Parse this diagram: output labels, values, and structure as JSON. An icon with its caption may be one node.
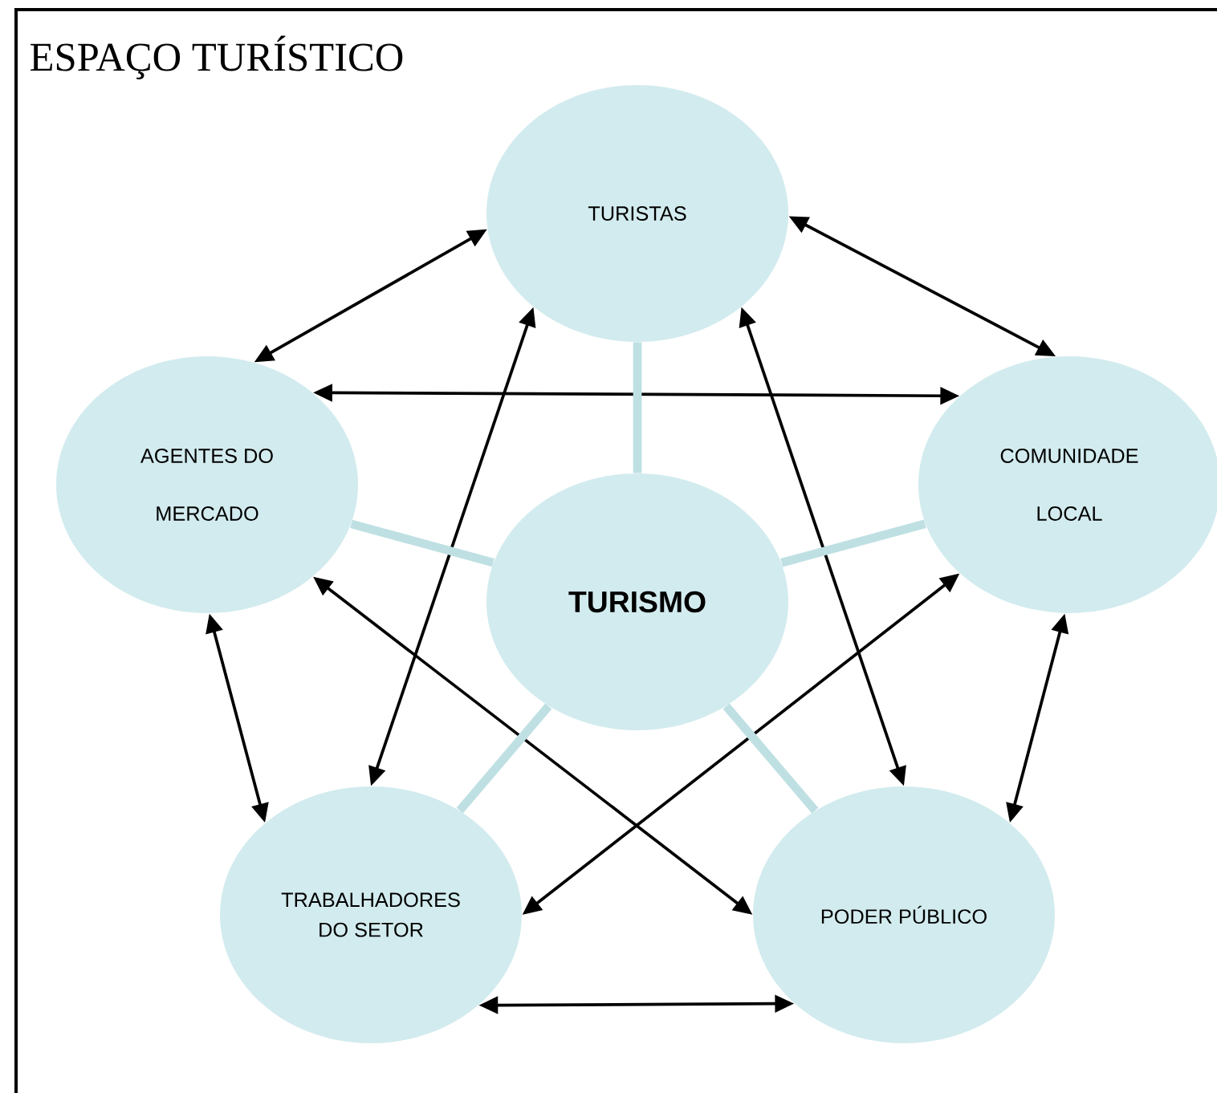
{
  "diagram": {
    "title": "ESPAÇO TURÍSTICO",
    "nodes": [
      {
        "text": [
          "TURISTAS"
        ]
      },
      {
        "text": [
          "AGENTES DO MERCADO"
        ]
      },
      {
        "text": [
          "COMUNIDADE LOCAL"
        ]
      },
      {
        "text": [
          "TURISMO"
        ]
      },
      {
        "text": [
          "TRABALHADORES DO SETOR"
        ]
      },
      {
        "text": [
          "PODER PÚBLICO"
        ]
      }
    ],
    "edges": [
      {
        "from": 0,
        "to": 1,
        "arrow": "both"
      },
      {
        "from": 0,
        "to": 2,
        "arrow": "both"
      },
      {
        "from": 1,
        "to": 2,
        "arrow": "both"
      },
      {
        "from": 0,
        "to": 4,
        "arrow": "both"
      },
      {
        "from": 0,
        "to": 5,
        "arrow": "both"
      },
      {
        "from": 1,
        "to": 4,
        "arrow": "both"
      },
      {
        "from": 1,
        "to": 5,
        "arrow": "both"
      },
      {
        "from": 2,
        "to": 4,
        "arrow": "both"
      },
      {
        "from": 2,
        "to": 5,
        "arrow": "both"
      },
      {
        "from": 4,
        "to": 5,
        "arrow": "both"
      },
      {
        "from": 3,
        "to": 0,
        "arrow": "none",
        "style": "thick",
        "color": "#bfe0e3"
      },
      {
        "from": 3,
        "to": 1,
        "arrow": "none",
        "style": "thick",
        "color": "#bfe0e3"
      },
      {
        "from": 3,
        "to": 2,
        "arrow": "none",
        "style": "thick",
        "color": "#bfe0e3"
      },
      {
        "from": 3,
        "to": 4,
        "arrow": "none",
        "style": "thick",
        "color": "#bfe0e3"
      },
      {
        "from": 3,
        "to": 5,
        "arrow": "none",
        "style": "thick",
        "color": "#bfe0e3"
      }
    ]
  }
}
